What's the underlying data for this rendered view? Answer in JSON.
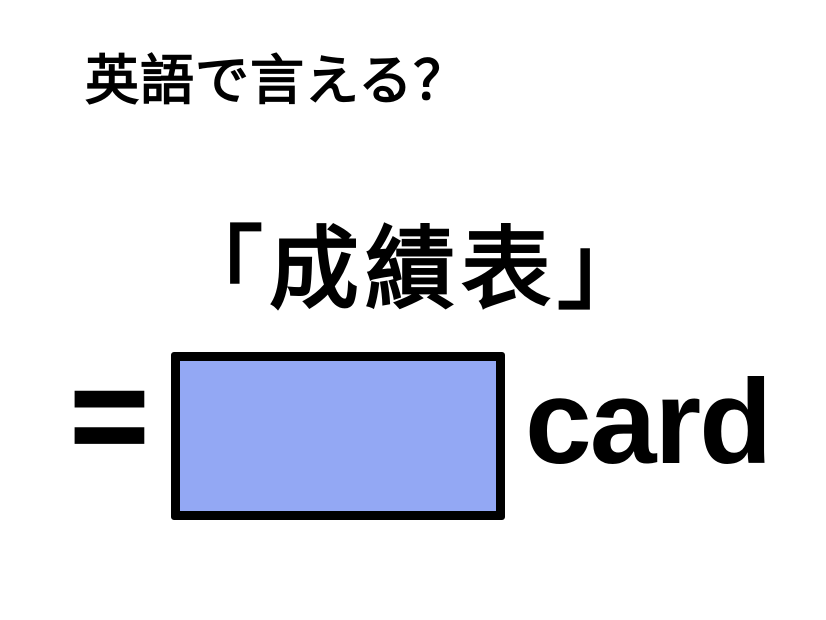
{
  "page": {
    "background_color": "#ffffff",
    "text_color": "#000000"
  },
  "header": {
    "question": "英語で言える？"
  },
  "quiz": {
    "term": "「成績表」",
    "equals_symbol": "=",
    "answer_suffix": "card",
    "hidden_answer_box": {
      "fill_color": "#93a8f4",
      "border_color": "#000000"
    }
  }
}
